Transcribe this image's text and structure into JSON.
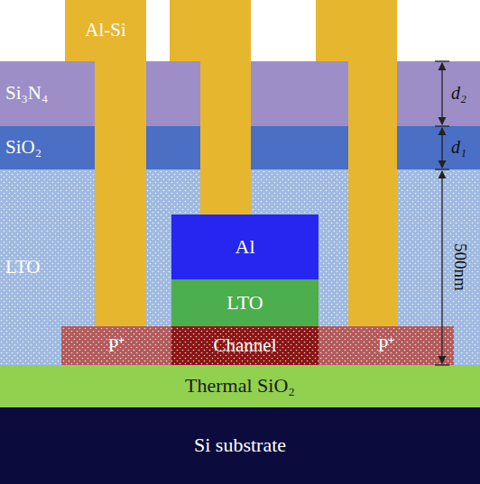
{
  "diagram": {
    "nodes": [
      {
        "text": [
          "Al-Si"
        ]
      },
      {
        "text": [
          "Si₃N₄"
        ]
      },
      {
        "text": [
          "SiO₂"
        ]
      },
      {
        "text": [
          "LTO"
        ]
      },
      {
        "text": [
          "Al"
        ],
        "in": 3
      },
      {
        "text": [
          "LTO"
        ],
        "in": 3
      },
      {
        "text": [
          "P⁺"
        ]
      },
      {
        "text": [
          "Channel"
        ]
      },
      {
        "text": [
          "P⁺"
        ]
      },
      {
        "text": [
          "Thermal SiO₂"
        ]
      },
      {
        "text": [
          "Si substrate"
        ]
      }
    ],
    "labels": [
      "d₂",
      "d₁",
      "500nm"
    ]
  }
}
